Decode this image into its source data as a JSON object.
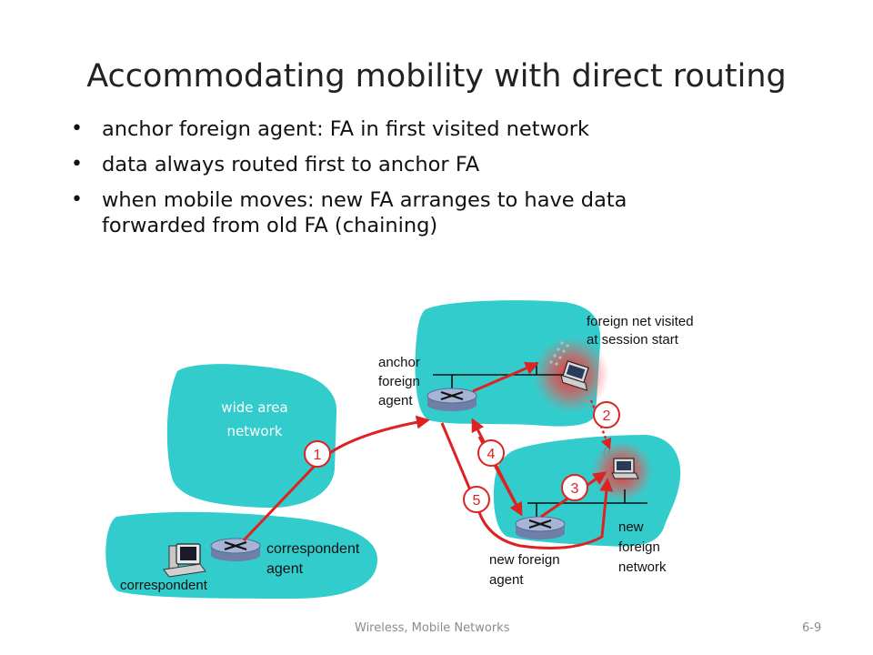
{
  "slide": {
    "title": "Accommodating mobility with direct routing",
    "bullets": [
      "anchor foreign agent: FA in first visited network",
      "data always routed first to anchor FA",
      "when mobile moves: new FA arranges to have data forwarded from old FA (chaining)"
    ]
  },
  "diagram": {
    "labels": {
      "foreign_net_line1": "foreign net  visited",
      "foreign_net_line2": "at session start",
      "anchor_line1": "anchor",
      "anchor_line2": "foreign",
      "anchor_line3": "agent",
      "wan_line1": "wide area",
      "wan_line2": "network",
      "corr_agent_line1": "correspondent",
      "corr_agent_line2": "agent",
      "correspondent": "correspondent",
      "new_fa_line1": "new foreign",
      "new_fa_line2": "agent",
      "new_net_line1": "new",
      "new_net_line2": "foreign",
      "new_net_line3": "network"
    },
    "steps": [
      "1",
      "2",
      "3",
      "4",
      "5"
    ],
    "colors": {
      "network": "#33cccc",
      "arrow": "#dd2222",
      "router": "#8fa0c8"
    }
  },
  "footer": {
    "center": "Wireless, Mobile Networks",
    "right": "6-9"
  }
}
